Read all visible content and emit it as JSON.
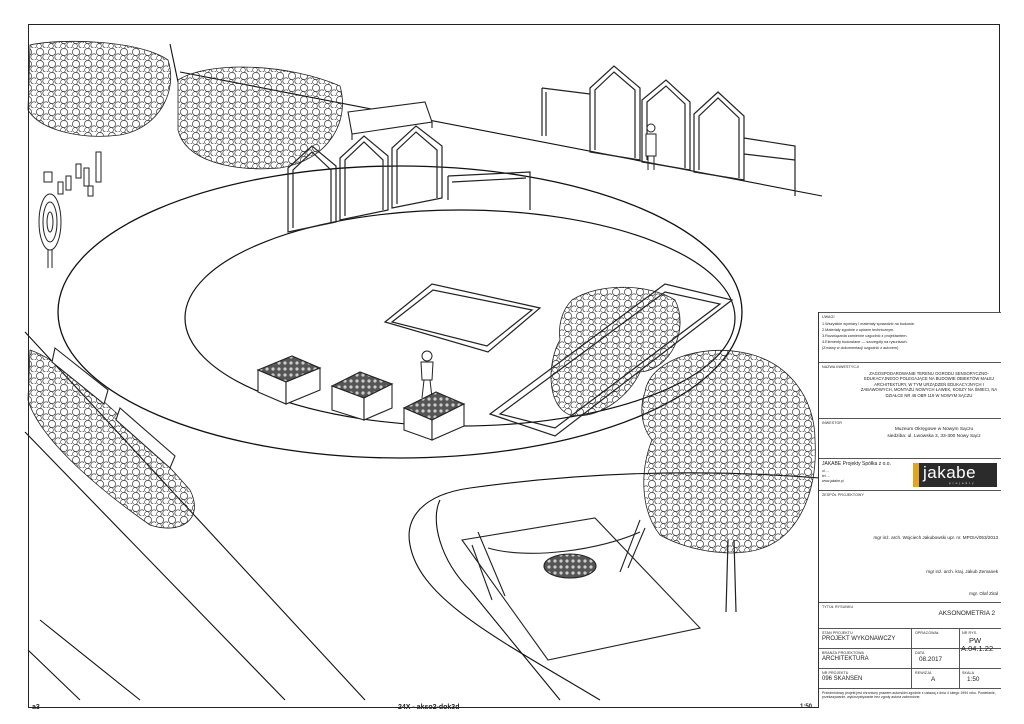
{
  "sheet": {
    "corner_mark": "a3",
    "file_label": "24X - akso2-dok3d",
    "scale_mark": "1:50"
  },
  "title_block": {
    "notes_header": "UWAGI",
    "notes": [
      "1.Wszystkie wymiary i materiały sprawdzić na budowie.",
      "2.Materiały zgodnie z opisem technicznym.",
      "3.Rozwiązania zamienne uzgodnić z projektantem.",
      "4.Elementy budowlane — szczegóły na rysunkach.",
      "(Zmiany w dokumentacji uzgodnić z autorem)"
    ],
    "project_name_label": "NAZWA INWESTYCJI",
    "project_name": "ZAGOSPODAROWANIE TERENU OGRODU SENSORYCZNO-EDUKACYJNEGO POLEGAJĄCE NA BUDOWIE OBIEKTÓW MAŁEJ ARCHITEKTURY, W TYM URZĄDZEŃ EDUKACYJNYCH I ZABAWOWYCH, MONTAŻU NOWYCH ŁAWEK, KOSZY NA ŚMIECI, NA DZIAŁCE NR 46 OBR 119 W NOWYM SĄCZU",
    "investor_label": "INWESTOR",
    "investor_name": "Muzeum Okręgowe w Nowym Sączu",
    "investor_address": "siedziba: ul. Lwowska 3, 33-300 Nowy Sącz",
    "company_name": "JAKABE Projekty Spółka z o.o.",
    "company_lines": [
      "ul. ...",
      "tel. ...",
      "www.jakabe.pl"
    ],
    "logo_word": "jakabe",
    "logo_sub": "projekty",
    "team_label": "ZESPÓŁ PROJEKTOWY",
    "team": [
      "mgr inż. arch. Wojciech Jakubowski upr. nr. MPOIA/053/2013",
      "mgr inż. arch. kraj. Jakub Zemanek",
      "mgr. Olaf Ziral"
    ],
    "drawing_title_label": "TYTUŁ RYSUNKU",
    "drawing_title": "AKSONOMETRIA 2",
    "stage_label": "STAN PROJEKTU",
    "stage": "PROJEKT WYKONAWCZY",
    "prepared_label": "OPRACOWAŁ",
    "drawing_no_label": "NR RYS.",
    "drawing_no_prefix": "PW",
    "drawing_no": "A.04.1.22",
    "branch_label": "BRANŻA PROJEKTOWA",
    "branch": "ARCHITEKTURA",
    "date_label": "DATA",
    "date": "08.2017",
    "revision_label": "REWIZJA",
    "revision": "A",
    "project_no_label": "NR PROJEKTU",
    "project_no": "096 SKANSEN",
    "scale_label": "SKALA",
    "scale": "1:50",
    "copyright": "Przedmiotowy projekt jest chroniony prawem autorskim zgodnie z ustawą z dnia 4 lutego 1994 roku. Powielanie, przekazywanie, wykorzystywanie bez zgody autora zabronione."
  }
}
